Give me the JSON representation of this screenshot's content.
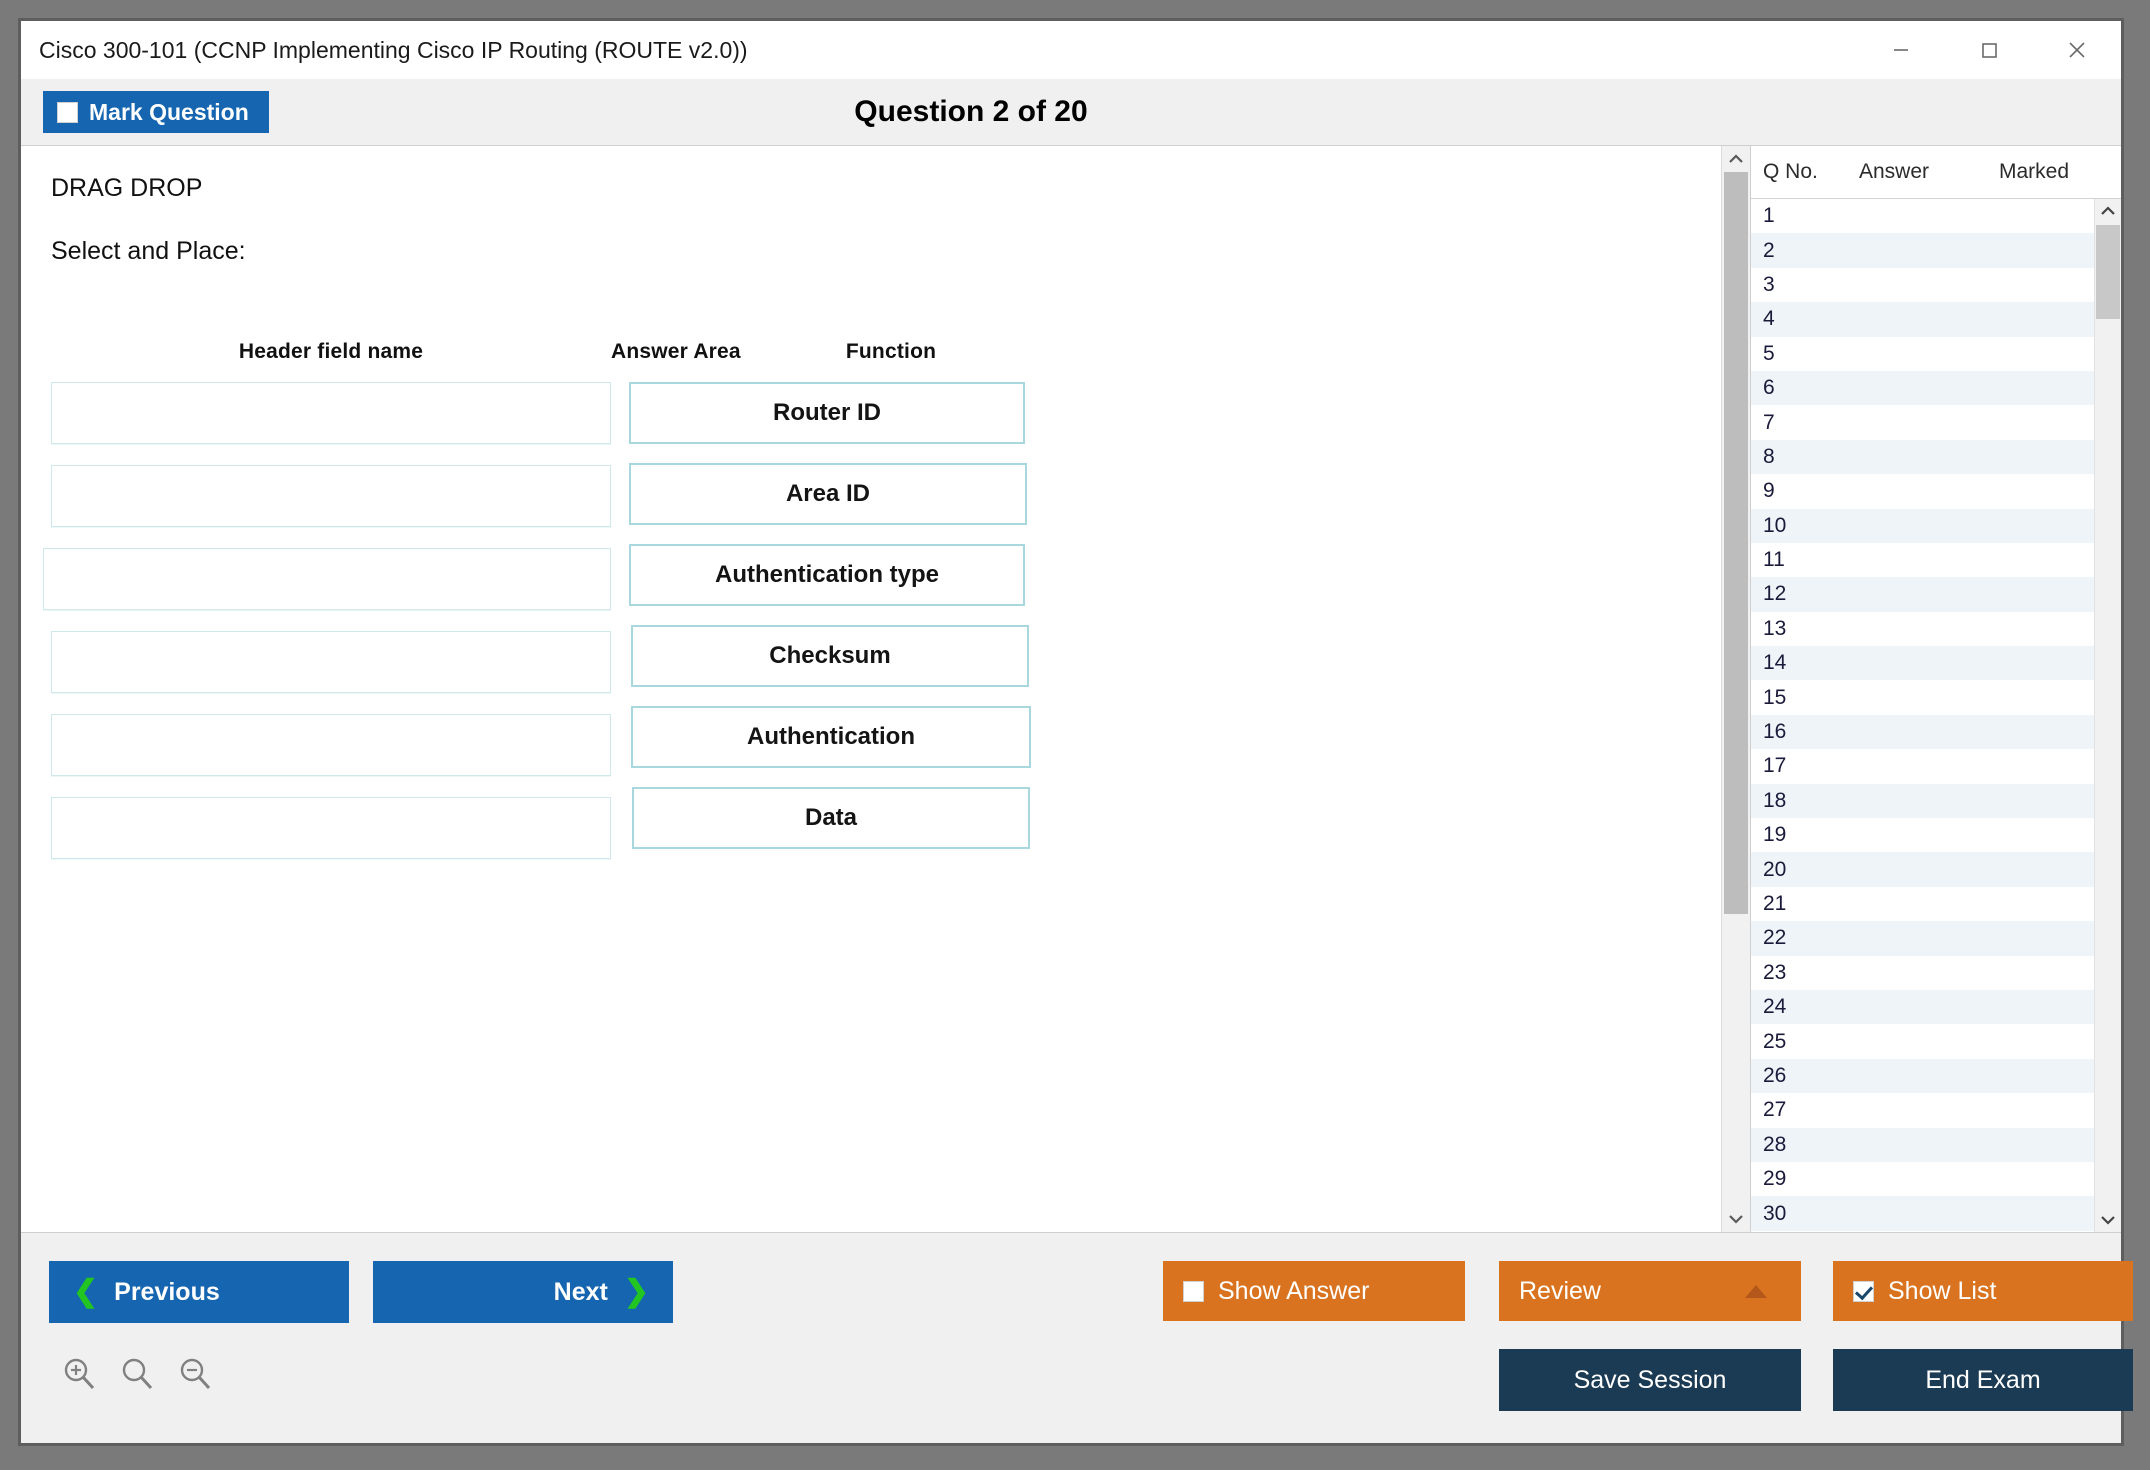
{
  "window": {
    "title": "Cisco 300-101 (CCNP Implementing Cisco IP Routing (ROUTE v2.0))",
    "controls": {
      "minimize": "minimize-icon",
      "maximize": "maximize-icon",
      "close": "close-icon"
    }
  },
  "header": {
    "mark_question_label": "Mark Question",
    "mark_question_checked": false,
    "question_title": "Question 2 of 20"
  },
  "question": {
    "type_label": "DRAG DROP",
    "instruction": "Select and Place:",
    "answer_area_title": "Answer Area",
    "left_column_header": "Header field name",
    "right_column_header": "Function",
    "drop_slots": [
      "",
      "",
      "",
      "",
      "",
      ""
    ],
    "function_items": [
      "Router ID",
      "Area ID",
      "Authentication type",
      "Checksum",
      "Authentication",
      "Data"
    ]
  },
  "question_list": {
    "columns": [
      "Q No.",
      "Answer",
      "Marked"
    ],
    "rows": [
      {
        "no": "1",
        "answer": "",
        "marked": ""
      },
      {
        "no": "2",
        "answer": "",
        "marked": ""
      },
      {
        "no": "3",
        "answer": "",
        "marked": ""
      },
      {
        "no": "4",
        "answer": "",
        "marked": ""
      },
      {
        "no": "5",
        "answer": "",
        "marked": ""
      },
      {
        "no": "6",
        "answer": "",
        "marked": ""
      },
      {
        "no": "7",
        "answer": "",
        "marked": ""
      },
      {
        "no": "8",
        "answer": "",
        "marked": ""
      },
      {
        "no": "9",
        "answer": "",
        "marked": ""
      },
      {
        "no": "10",
        "answer": "",
        "marked": ""
      },
      {
        "no": "11",
        "answer": "",
        "marked": ""
      },
      {
        "no": "12",
        "answer": "",
        "marked": ""
      },
      {
        "no": "13",
        "answer": "",
        "marked": ""
      },
      {
        "no": "14",
        "answer": "",
        "marked": ""
      },
      {
        "no": "15",
        "answer": "",
        "marked": ""
      },
      {
        "no": "16",
        "answer": "",
        "marked": ""
      },
      {
        "no": "17",
        "answer": "",
        "marked": ""
      },
      {
        "no": "18",
        "answer": "",
        "marked": ""
      },
      {
        "no": "19",
        "answer": "",
        "marked": ""
      },
      {
        "no": "20",
        "answer": "",
        "marked": ""
      },
      {
        "no": "21",
        "answer": "",
        "marked": ""
      },
      {
        "no": "22",
        "answer": "",
        "marked": ""
      },
      {
        "no": "23",
        "answer": "",
        "marked": ""
      },
      {
        "no": "24",
        "answer": "",
        "marked": ""
      },
      {
        "no": "25",
        "answer": "",
        "marked": ""
      },
      {
        "no": "26",
        "answer": "",
        "marked": ""
      },
      {
        "no": "27",
        "answer": "",
        "marked": ""
      },
      {
        "no": "28",
        "answer": "",
        "marked": ""
      },
      {
        "no": "29",
        "answer": "",
        "marked": ""
      },
      {
        "no": "30",
        "answer": "",
        "marked": ""
      }
    ]
  },
  "footer": {
    "previous_label": "Previous",
    "next_label": "Next",
    "show_answer_label": "Show Answer",
    "show_answer_checked": false,
    "review_label": "Review",
    "show_list_label": "Show List",
    "show_list_checked": true,
    "save_session_label": "Save Session",
    "end_exam_label": "End Exam",
    "zoom_in_icon": "zoom-in-icon",
    "zoom_reset_icon": "zoom-reset-icon",
    "zoom_out_icon": "zoom-out-icon"
  },
  "colors": {
    "primary_blue": "#1565b0",
    "accent_orange": "#d9731f",
    "dark_navy": "#1b3a53",
    "chevron_green": "#22c522",
    "box_border_teal": "#a8d8de"
  }
}
